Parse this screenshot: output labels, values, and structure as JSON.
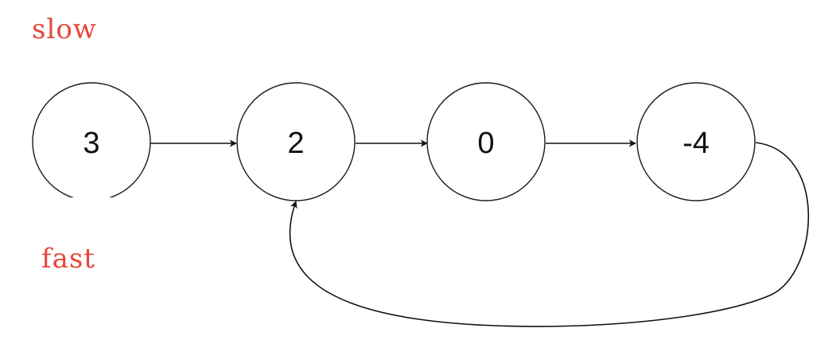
{
  "pointers": {
    "slow": {
      "label": "slow"
    },
    "fast": {
      "label": "fast"
    }
  },
  "nodes": [
    {
      "id": "n0",
      "value": "3"
    },
    {
      "id": "n1",
      "value": "2"
    },
    {
      "id": "n2",
      "value": "0"
    },
    {
      "id": "n3",
      "value": "-4"
    }
  ],
  "edges": [
    {
      "from": "n0",
      "to": "n1"
    },
    {
      "from": "n1",
      "to": "n2"
    },
    {
      "from": "n2",
      "to": "n3"
    },
    {
      "from": "n3",
      "to": "n1"
    }
  ],
  "colors": {
    "pointer_label": "#e5473a",
    "stroke": "#1a1a1a"
  }
}
